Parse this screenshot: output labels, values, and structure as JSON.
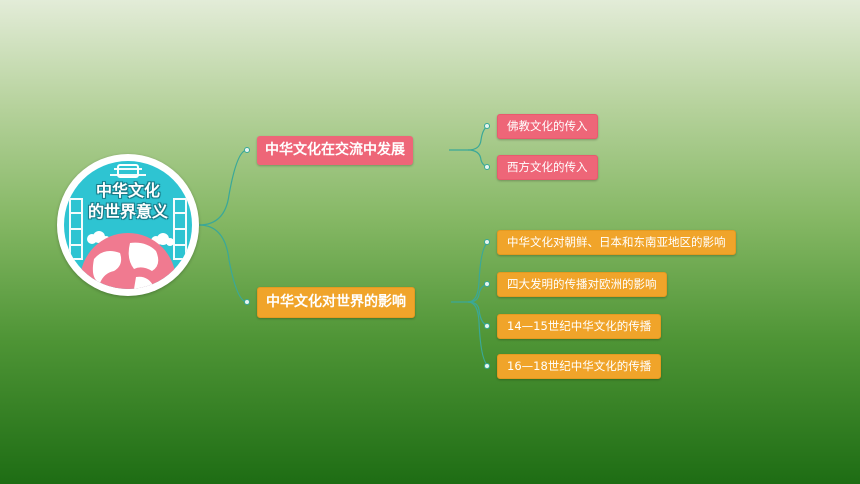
{
  "center": {
    "title_line1": "中华文化",
    "title_line2": "的世界意义"
  },
  "branches": [
    {
      "label": "中华文化在交流中发展",
      "color": "#ee6678",
      "children": [
        {
          "label": "佛教文化的传入"
        },
        {
          "label": "西方文化的传入"
        }
      ]
    },
    {
      "label": "中华文化对世界的影响",
      "color": "#f0a42a",
      "children": [
        {
          "label": "中华文化对朝鲜、日本和东南亚地区的影响"
        },
        {
          "label": "四大发明的传播对欧洲的影响"
        },
        {
          "label": "14—15世纪中华文化的传播"
        },
        {
          "label": "16—18世纪中华文化的传播"
        }
      ]
    }
  ],
  "colors": {
    "connector": "#3aa898",
    "badge_teal": "#2ec4d2",
    "globe_pink": "#f07a90"
  }
}
